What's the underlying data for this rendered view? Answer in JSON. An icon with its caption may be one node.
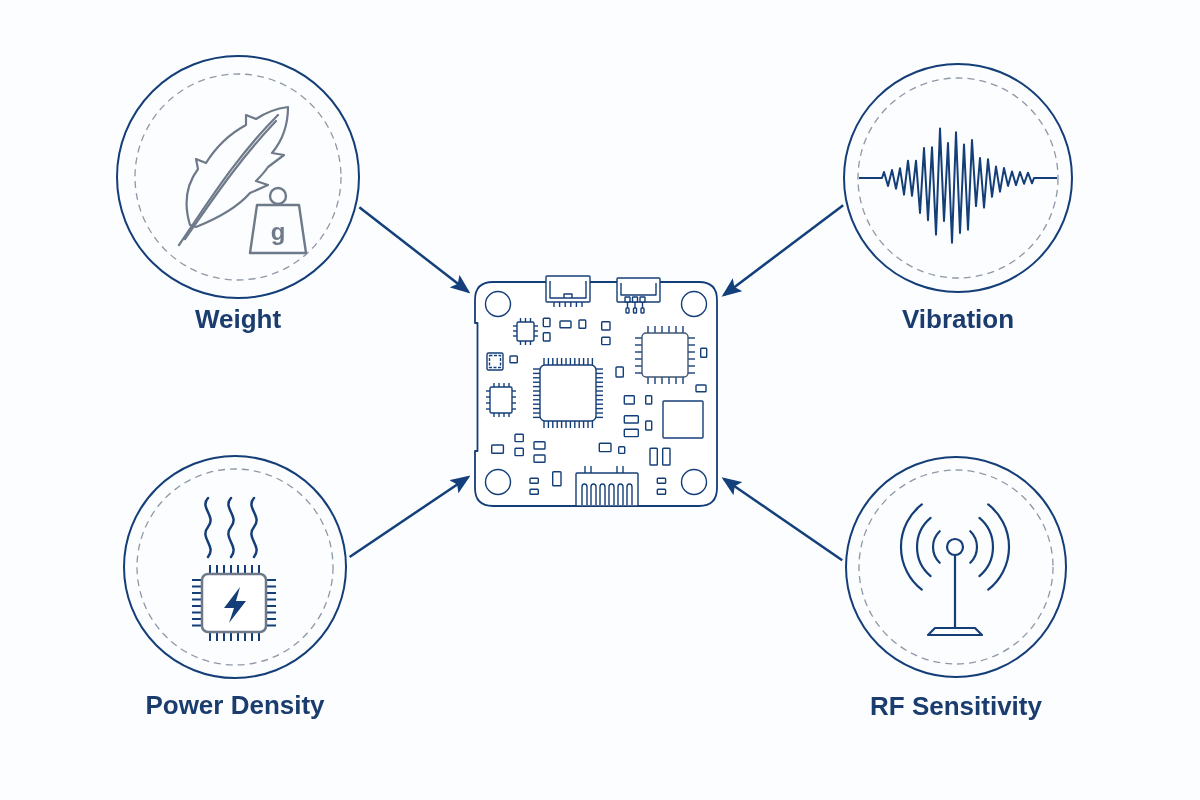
{
  "diagram": {
    "nodes": [
      {
        "text": [
          "Weight"
        ]
      },
      {
        "text": [
          "Vibration"
        ]
      },
      {
        "text": [],
        "shape": "picture"
      },
      {
        "text": [
          "Power Density"
        ]
      },
      {
        "text": [
          "RF Sensitivity"
        ]
      }
    ],
    "edges": [
      {
        "from": 0,
        "to": 2,
        "arrow": "to"
      },
      {
        "from": 1,
        "to": 2,
        "arrow": "to"
      },
      {
        "from": 3,
        "to": 2,
        "arrow": "to"
      },
      {
        "from": 4,
        "to": 2,
        "arrow": "to"
      }
    ],
    "labels": [
      "g"
    ]
  }
}
